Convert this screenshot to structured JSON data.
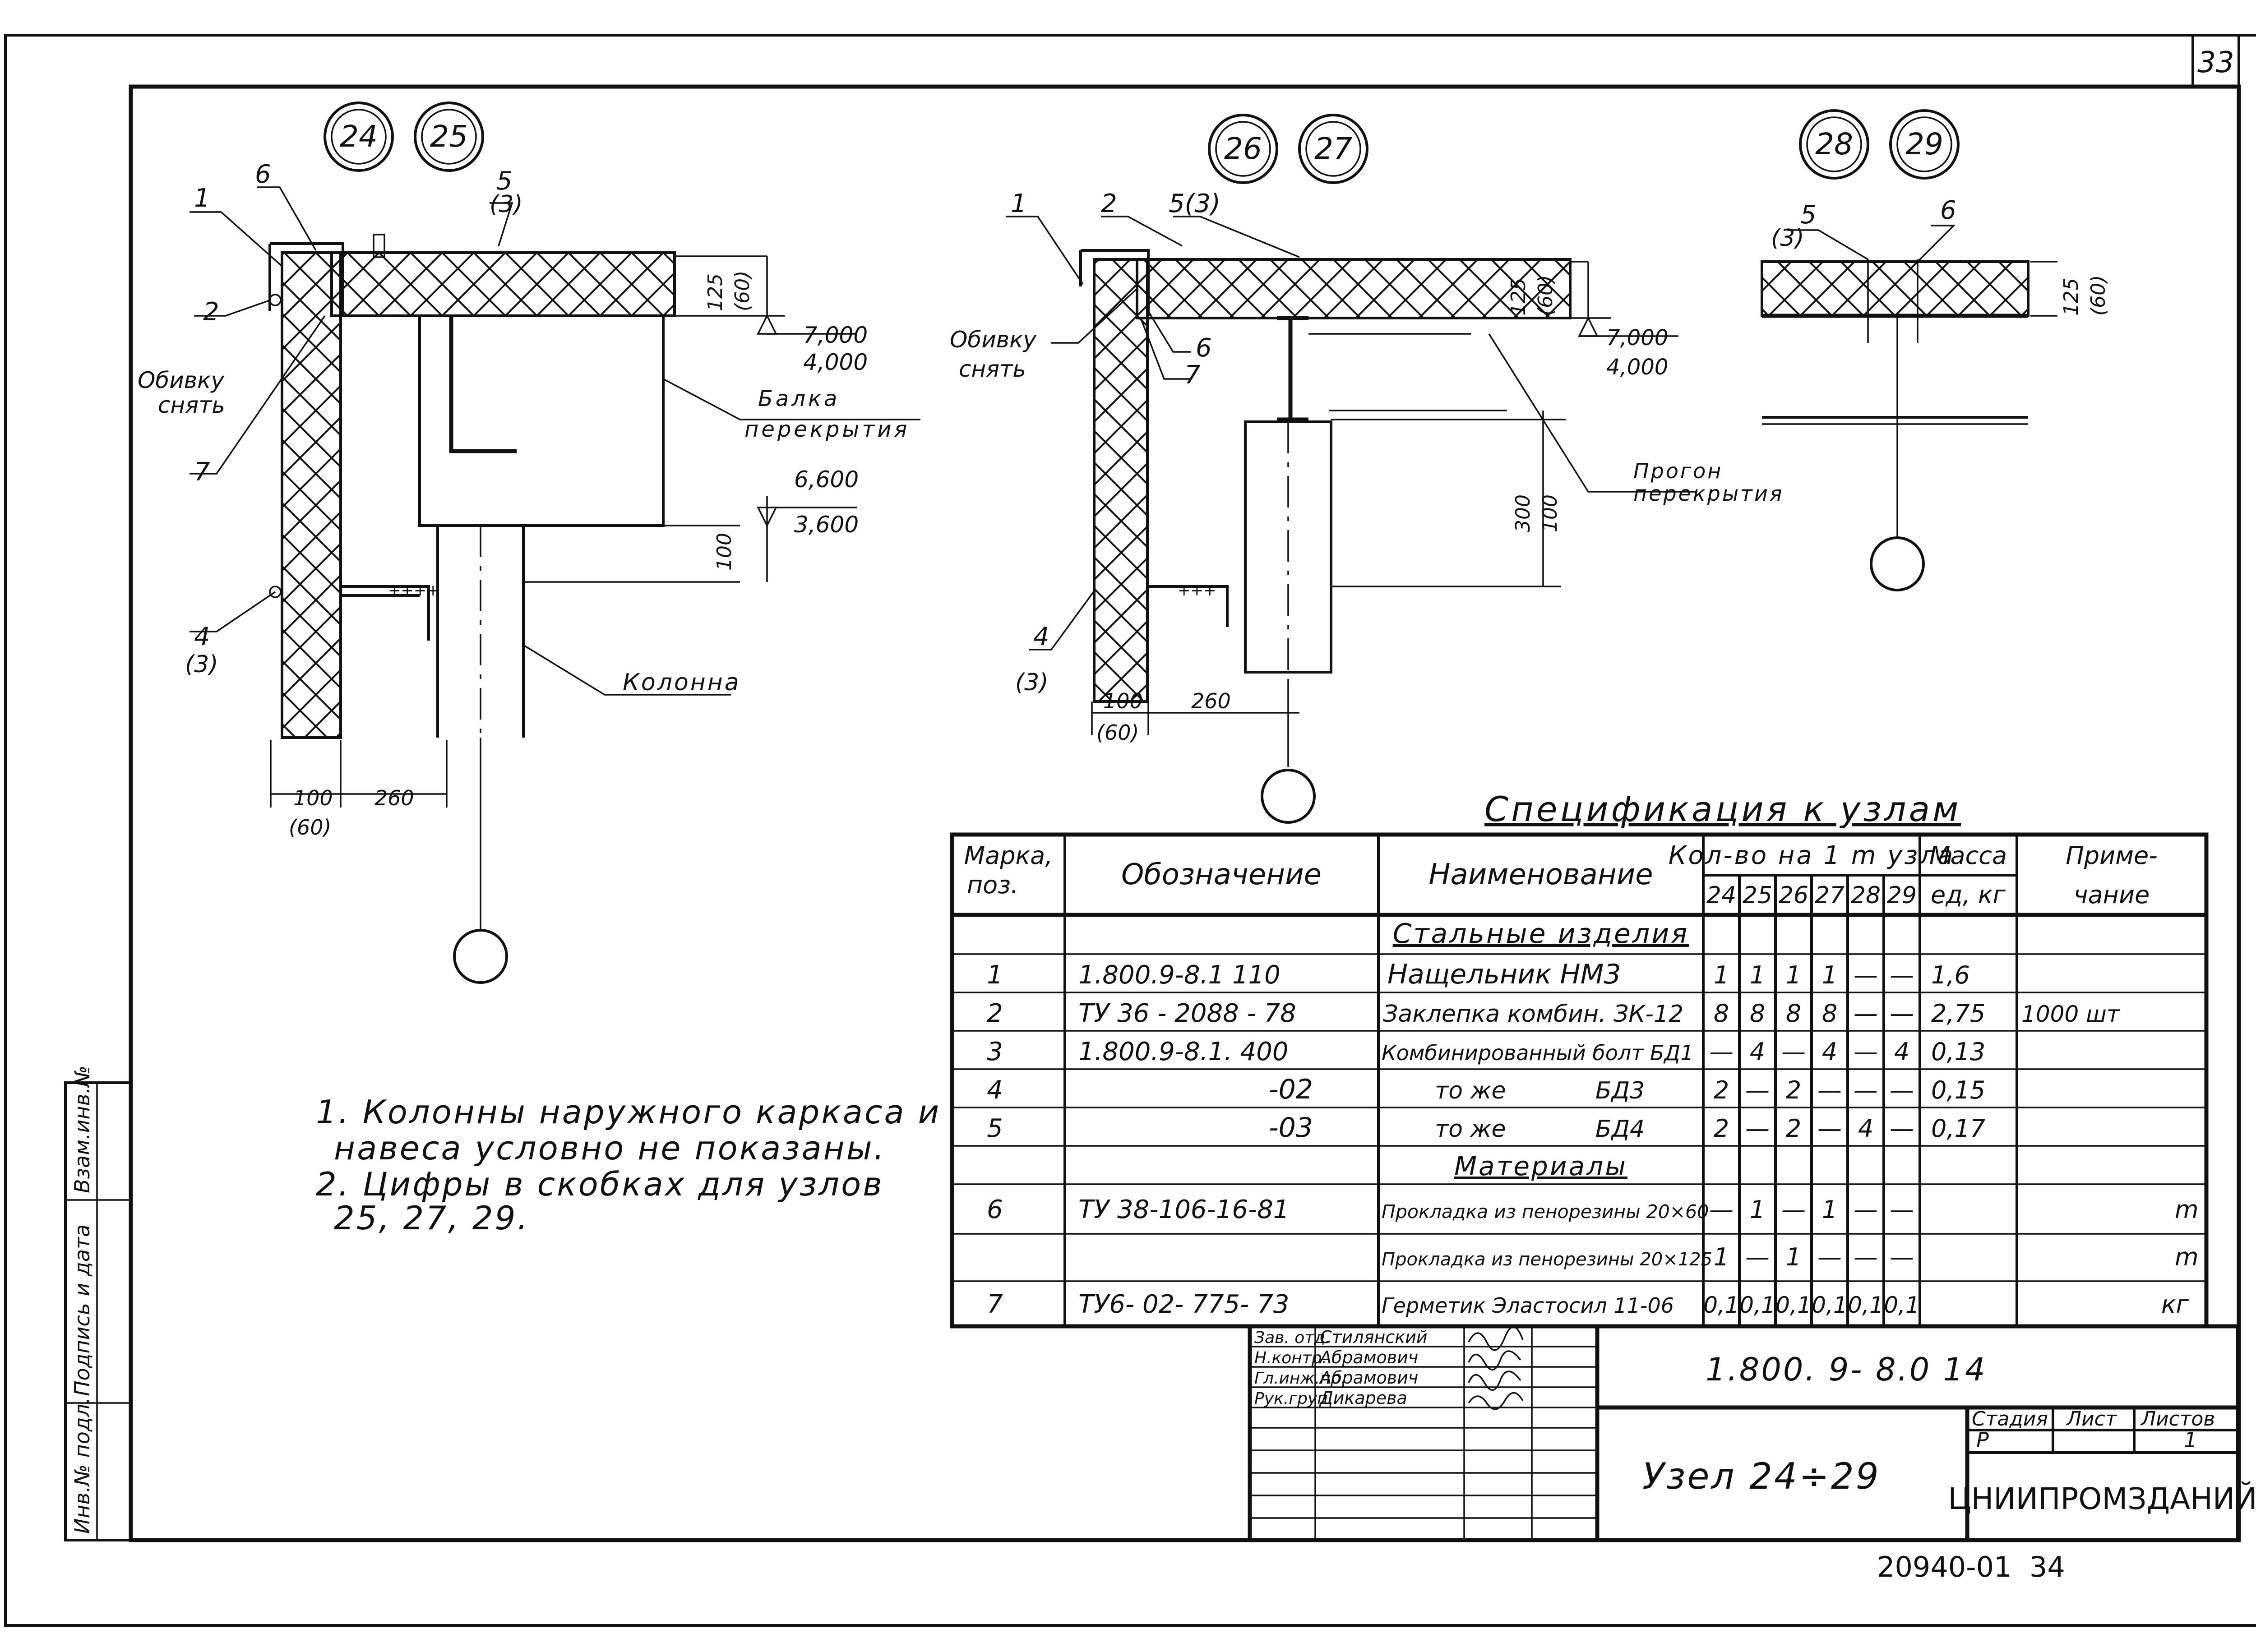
{
  "sheet_number": "33",
  "archive_number": "20940-01  34",
  "node_groups": [
    {
      "a": "24",
      "b": "25"
    },
    {
      "a": "26",
      "b": "27"
    },
    {
      "a": "28",
      "b": "29"
    }
  ],
  "detail1": {
    "callouts": [
      "1",
      "2",
      "6",
      "5",
      "(3)",
      "7",
      "4",
      "(3)"
    ],
    "note_remove_1": "Обивку",
    "note_remove_2": "снять",
    "dim_thk_a": "125",
    "dim_thk_b": "(60)",
    "elev_top_a": "7,000",
    "elev_top_b": "4,000",
    "elev_bot_a": "6,600",
    "elev_bot_b": "3,600",
    "dim_100v": "100",
    "beam_label_1": "Балка",
    "beam_label_2": "перекрытия",
    "column_label": "Колонна",
    "dim_wall_a": "100",
    "dim_wall_b": "(60)",
    "dim_offset": "260"
  },
  "detail2": {
    "callouts": [
      "1",
      "2",
      "5(3)",
      "6",
      "7",
      "4",
      "(3)"
    ],
    "note_remove_1": "Обивку",
    "note_remove_2": "снять",
    "dim_thk_a": "125",
    "dim_thk_b": "(60)",
    "elev_a": "7,000",
    "elev_b": "4,000",
    "dim_300": "300",
    "dim_100": "100",
    "purlin_label_1": "Прогон",
    "purlin_label_2": "перекрытия",
    "dim_wall_a": "100",
    "dim_wall_b": "(60)",
    "dim_offset": "260"
  },
  "detail3": {
    "callouts": [
      "5",
      "(3)",
      "6"
    ],
    "dim_thk_a": "125",
    "dim_thk_b": "(60)"
  },
  "notes": [
    "1. Колонны наружного каркаса и",
    "навеса условно не показаны.",
    "2. Цифры в скобках для узлов",
    "25, 27, 29."
  ],
  "side_stamp": [
    "Инв.№ подл.",
    "Подпись и дата",
    "Взам.инв.№"
  ],
  "spec": {
    "title": "Спецификация к узлам",
    "headers": {
      "mark": [
        "Марка,",
        "поз."
      ],
      "designation": "Обозначение",
      "name": "Наименование",
      "qty_group": "Кол-во на 1 m узла",
      "nodes": [
        "24",
        "25",
        "26",
        "27",
        "28",
        "29"
      ],
      "mass": [
        "Масса",
        "ед, кг"
      ],
      "note": [
        "Приме-",
        "чание"
      ]
    },
    "rows": [
      {
        "section": "Стальные изделия"
      },
      {
        "mark": "1",
        "designation": "1.800.9-8.1 110",
        "name": "Нащельник   НМ3",
        "q": [
          "1",
          "1",
          "1",
          "1",
          "—",
          "—"
        ],
        "mass": "1,6",
        "note": ""
      },
      {
        "mark": "2",
        "designation": "ТУ 36 - 2088 - 78",
        "name": "Заклепка комбин. ЗК-12",
        "q": [
          "8",
          "8",
          "8",
          "8",
          "—",
          "—"
        ],
        "mass": "2,75",
        "note": "1000 шт"
      },
      {
        "mark": "3",
        "designation": "1.800.9-8.1. 400",
        "name": "Комбинированный болт БД1",
        "q": [
          "—",
          "4",
          "—",
          "4",
          "—",
          "4"
        ],
        "mass": "0,13",
        "note": ""
      },
      {
        "mark": "4",
        "designation": "-02",
        "name": "то же            БД3",
        "q": [
          "2",
          "—",
          "2",
          "—",
          "—",
          "—"
        ],
        "mass": "0,15",
        "note": ""
      },
      {
        "mark": "5",
        "designation": "-03",
        "name": "то же            БД4",
        "q": [
          "2",
          "—",
          "2",
          "—",
          "4",
          "—"
        ],
        "mass": "0,17",
        "note": ""
      },
      {
        "section": "Материалы"
      },
      {
        "mark": "6",
        "designation": "ТУ 38-106-16-81",
        "name": "Прокладка из пенорезины 20×60",
        "q": [
          "—",
          "1",
          "—",
          "1",
          "—",
          "—"
        ],
        "mass": "",
        "note": "m"
      },
      {
        "mark": "",
        "designation": "",
        "name": "Прокладка из пенорезины 20×125",
        "q": [
          "1",
          "—",
          "1",
          "—",
          "—",
          "—"
        ],
        "mass": "",
        "note": "m"
      },
      {
        "mark": "7",
        "designation": "ТУ6- 02- 775- 73",
        "name": "Герметик Эластосил 11-06",
        "q": [
          "0,1",
          "0,1",
          "0,1",
          "0,1",
          "0,1",
          "0,1"
        ],
        "mass": "",
        "note": "кг"
      }
    ]
  },
  "title_block": {
    "roles": [
      "Зав. отд.",
      "Н.контр.",
      "Гл.инж.пр.",
      "Рук.груп."
    ],
    "names": [
      "Стилянский",
      "Абрамович",
      "Абрамович",
      "Дикарева"
    ],
    "doc_code": "1.800. 9- 8.0 14",
    "title": "Узел 24÷29",
    "stage_label": "Стадия",
    "sheet_label": "Лист",
    "sheets_label": "Листов",
    "stage": "Р",
    "sheets": "1",
    "org": "ЦНИИПРОМЗДАНИЙ"
  }
}
